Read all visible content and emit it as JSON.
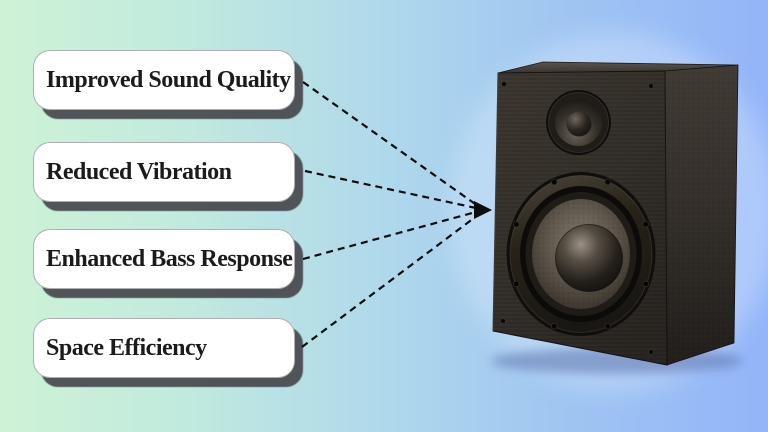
{
  "diagram": {
    "items": [
      {
        "label": "Improved Sound Quality"
      },
      {
        "label": "Reduced Vibration"
      },
      {
        "label": "Enhanced Bass Response"
      },
      {
        "label": "Space Efficiency"
      }
    ],
    "target": {
      "name": "bookshelf speaker",
      "description": "black bookshelf speaker cabinet with small tweeter and large woofer"
    }
  },
  "style": {
    "background_left": "#cef2d6",
    "background_right": "#93b5f9",
    "box_fill": "#ffffff",
    "box_shadow": "#46484c",
    "text_color": "#1b1b1b",
    "arrow_color": "#0d0d0d",
    "speaker_cabinet": "#332e29"
  }
}
